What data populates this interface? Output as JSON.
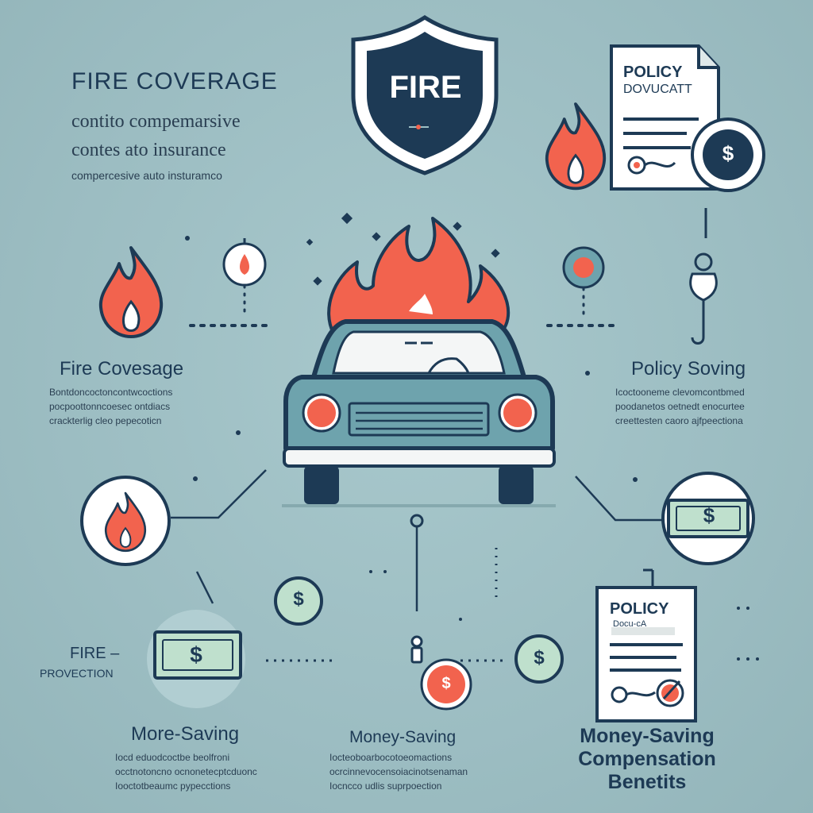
{
  "header": {
    "title": "FIRE COVERAGE",
    "line1": "contito compemarsive",
    "line2": "contes ato insurance",
    "line3": "compercesive auto insturamco"
  },
  "shield": {
    "label": "FIRE"
  },
  "policy_doc_top": {
    "line1": "POLICY",
    "line2": "DOVUCATT",
    "coin_symbol": "$"
  },
  "left_section": {
    "title": "Fire Covesage",
    "desc": [
      "Bontdoncoctoncontwcoctions",
      "pocpoottonncoesec ontdiacs",
      "crackterlig cleo pepecoticn"
    ]
  },
  "right_section": {
    "title": "Policy Soving",
    "desc": [
      "Icoctooneme clevomcontbmed",
      "poodanetos oetnedt enocurtee",
      "creettesten caoro ajfpeectiona"
    ]
  },
  "protection_label": {
    "line1": "FIRE –",
    "line2": "PROVECTION"
  },
  "bottom_left": {
    "title": "More-Saving",
    "desc": [
      "Iocd eduodcoctbe beolfroni",
      "occtnotoncno ocnonetecptcduonc",
      "Iooctotbeaumc pypecctions"
    ]
  },
  "bottom_center": {
    "title": "Money-Saving",
    "desc": [
      "Iocteoboarbocotoeomactions",
      "ocrcinnevocensoiacinotsenaman",
      "Iocncco udlis suprpoection"
    ]
  },
  "bottom_right": {
    "title": [
      "Money-Saving",
      "Compensation",
      "Benetits"
    ]
  },
  "policy_doc_bottom": {
    "line1": "POLICY",
    "line2": "Docu-cA"
  },
  "icons": {
    "dollar_symbol": "$"
  },
  "colors": {
    "background": "#9dbfc4",
    "navy": "#1d3a55",
    "flame": "#f2634e",
    "car": "#6ea3ad",
    "money_green": "#bfe0cd"
  }
}
